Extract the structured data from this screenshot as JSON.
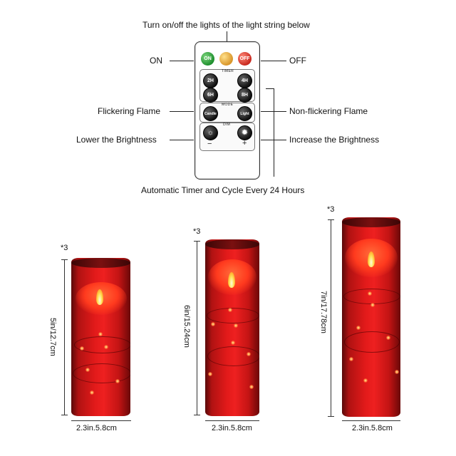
{
  "header": {
    "text": "Turn on/off the lights of the light string below"
  },
  "annotations": {
    "on": "ON",
    "off": "OFF",
    "flickering": "Flickering Flame",
    "non_flickering": "Non-flickering Flame",
    "lower": "Lower the Brightness",
    "increase": "Increase the Brightness",
    "timer_note": "Automatic Timer and Cycle Every 24 Hours"
  },
  "remote": {
    "on": "ON",
    "off": "OFF",
    "timer_label": "TIMER",
    "timer_2h": "2H",
    "timer_4h": "4H",
    "timer_6h": "6H",
    "timer_8h": "8H",
    "mode_label": "MODE",
    "candle": "Candle",
    "light": "Light",
    "dim_label": "DIM",
    "minus": "−",
    "plus": "+"
  },
  "candles": [
    {
      "qty": "*3",
      "height": "5in/12.7cm",
      "width": "2.3in.5.8cm"
    },
    {
      "qty": "*3",
      "height": "6in/15.24cm",
      "width": "2.3in.5.8cm"
    },
    {
      "qty": "*3",
      "height": "7in/17.78cm",
      "width": "2.3in.5.8cm"
    }
  ]
}
